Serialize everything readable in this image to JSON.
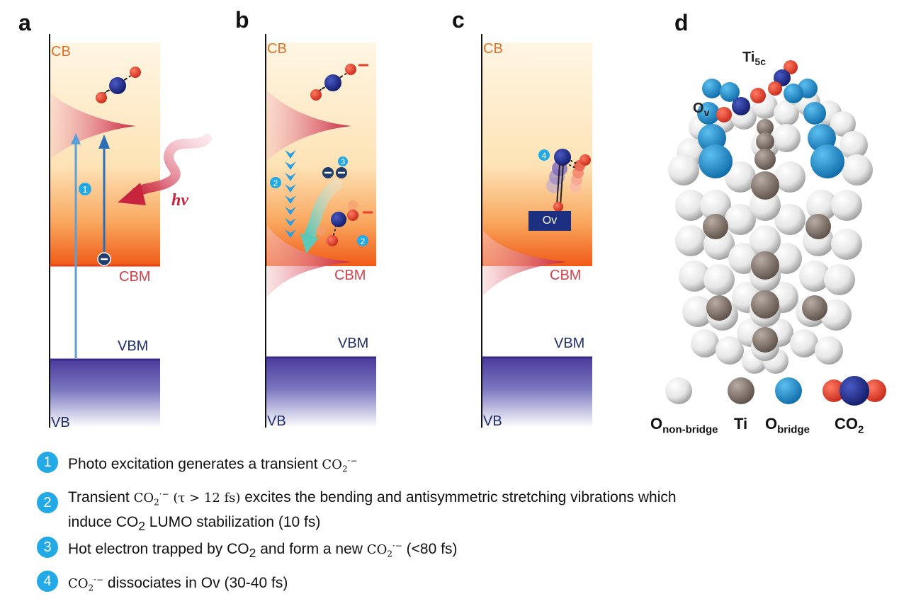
{
  "panels": {
    "a": {
      "letter": "a"
    },
    "b": {
      "letter": "b"
    },
    "c": {
      "letter": "c"
    },
    "d": {
      "letter": "d"
    }
  },
  "band_labels": {
    "cb": "CB",
    "cbm": "CBM",
    "vbm": "VBM",
    "vb": "VB"
  },
  "hv": "hv",
  "ov_box": "Ov",
  "badges": {
    "one": "1",
    "two": "2",
    "three": "3",
    "four": "4"
  },
  "minus": "−",
  "structure_labels": {
    "ti5c_main": "Ti",
    "ti5c_sub": "5c",
    "ov_main": "O",
    "ov_sub": "v"
  },
  "legend": {
    "o_nonbridge_main": "O",
    "o_nonbridge_sub": "non-bridge",
    "ti": "Ti",
    "o_bridge_main": "O",
    "o_bridge_sub": "bridge",
    "co2_main": "CO",
    "co2_sub": "2"
  },
  "colors": {
    "cb_gradient_top": "#fff3d9",
    "cb_gradient_bottom": "#f05a16",
    "vb_top": "#4b3a9c",
    "arrow_blue": "#2b7cc4",
    "arrow_light_blue": "#5b9fd6",
    "pulse_red": "#c8243e",
    "carbon_blue": "#1c2a8a",
    "oxygen_red": "#e8402e",
    "badge": "#22a9e6"
  },
  "notes": [
    {
      "num": "1",
      "pre": "Photo excitation generates a transient ",
      "chem": "CO",
      "chem_sub": "2",
      "chem_sup": "·−",
      "post": ""
    },
    {
      "num": "2",
      "pre": "Transient ",
      "chem": "CO",
      "chem_sub": "2",
      "chem_sup": "·−",
      "tau": " (τ > 12 fs)",
      "post": " excites the bending and antisymmetric stretching vibrations which",
      "line2_pre": "induce CO",
      "line2_sub": "2",
      "line2_post": " LUMO stabilization (10 fs)"
    },
    {
      "num": "3",
      "pre": "Hot electron trapped by CO",
      "pre_sub": "2",
      "mid": " and form a new ",
      "chem": "CO",
      "chem_sub": "2",
      "chem_sup": "·−",
      "post": " (<80 fs)"
    },
    {
      "num": "4",
      "pre": "",
      "chem": "CO",
      "chem_sub": "2",
      "chem_sup": "·−",
      "post": " dissociates in Ov (30-40 fs)"
    }
  ]
}
